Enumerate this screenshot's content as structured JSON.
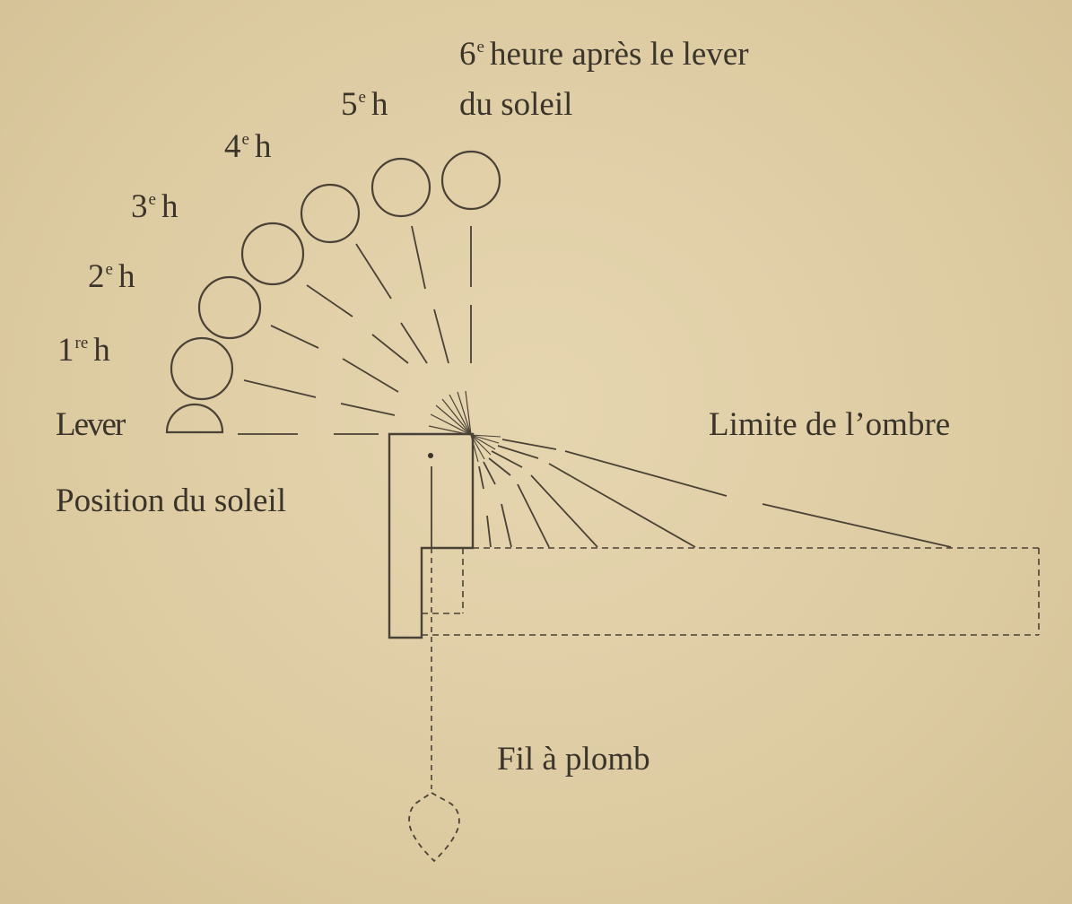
{
  "labels": {
    "hour6_line1_num": "6",
    "hour6_line1_sup": "e",
    "hour6_line1_text": "heure après le lever",
    "hour6_line2": "du soleil",
    "hour5_num": "5",
    "hour5_sup": "e",
    "hour5_text": "h",
    "hour4_num": "4",
    "hour4_sup": "e",
    "hour4_text": "h",
    "hour3_num": "3",
    "hour3_sup": "e",
    "hour3_text": "h",
    "hour2_num": "2",
    "hour2_sup": "e",
    "hour2_text": "h",
    "hour1_num": "1",
    "hour1_sup": "re",
    "hour1_text": "h",
    "sunrise": "Lever",
    "sun_position": "Position du soleil",
    "shadow_limit": "Limite de l’ombre",
    "plumb_line": "Fil à plomb"
  },
  "colors": {
    "background": "#e0cfa7",
    "ink": "#4a4236"
  }
}
